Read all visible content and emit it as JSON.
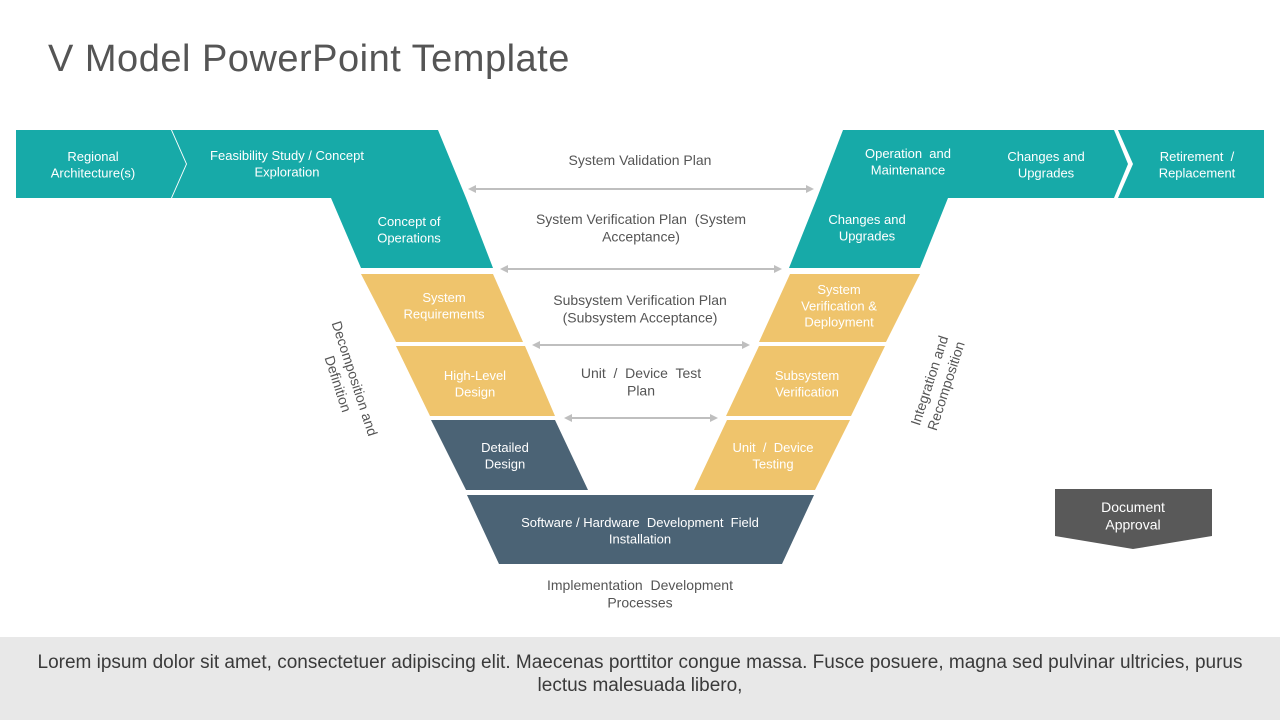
{
  "title": "V Model PowerPoint Template",
  "colors": {
    "teal": "#17AAA8",
    "yellow": "#EFC46C",
    "slate": "#4B6375",
    "doc_gray": "#595959",
    "arrow_gray": "#BFBFBF"
  },
  "top_left": {
    "regional": "Regional\nArchitecture(s)",
    "feasibility": "Feasibility Study / Concept\nExploration"
  },
  "top_right": {
    "operation": "Operation  and\nMaintenance",
    "changes": "Changes and\nUpgrades",
    "retirement": "Retirement  /\nReplacement"
  },
  "left_arm": {
    "concept": "Concept of\nOperations",
    "system_req": "System\nRequirements",
    "high_level": "High-Level\nDesign",
    "detailed": "Detailed\nDesign"
  },
  "right_arm": {
    "changes": "Changes and\nUpgrades",
    "system_ver": "System\nVerification &\nDeployment",
    "subsystem_ver": "Subsystem\nVerification",
    "unit_test": "Unit  /  Device\nTesting"
  },
  "bottom": "Software / Hardware  Development  Field\nInstallation",
  "plans": {
    "validation": "System Validation Plan",
    "verification": "System Verification Plan  (System\nAcceptance)",
    "subsystem": "Subsystem Verification Plan\n(Subsystem Acceptance)",
    "unit": "Unit  /  Device  Test\nPlan"
  },
  "implementation": "Implementation  Development\nProcesses",
  "side_left": "Decomposition and\nDefinition",
  "side_right": "Integration and\nRecomposition",
  "document": "Document\nApproval",
  "footer": "Lorem ipsum dolor sit amet, consectetuer adipiscing elit. Maecenas porttitor congue massa. Fusce posuere, magna sed pulvinar ultricies, purus lectus malesuada libero,"
}
